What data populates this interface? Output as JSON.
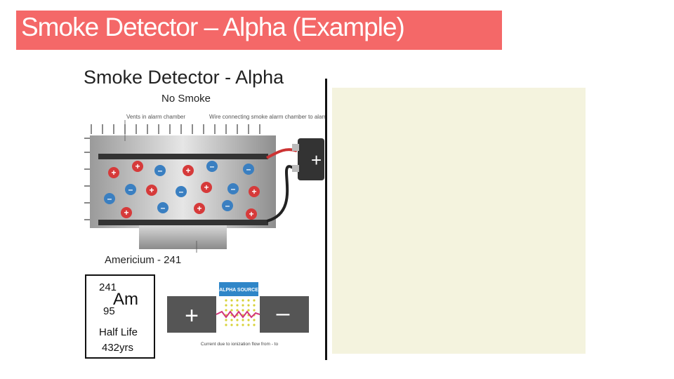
{
  "slide": {
    "title": "Smoke Detector – Alpha (Example)",
    "subtitle": "Smoke Detector - Alpha",
    "state_label": "No Smoke",
    "source_caption": "Americium - 241"
  },
  "chamber_diagram": {
    "callout_vents": "Vents in alarm chamber",
    "callout_wire": "Wire connecting smoke alarm chamber to alarm bell",
    "battery_sign": "+"
  },
  "element_box": {
    "mass_number": "241",
    "symbol": "Am",
    "atomic_number": "95",
    "half_life_label": "Half Life",
    "half_life_value": "432yrs"
  },
  "alpha_diagram": {
    "source_label": "ALPHA SOURCE",
    "plus_sign": "+",
    "minus_sign": "–",
    "caption": "Current due to ionization flow from - to"
  },
  "colors": {
    "title_bar": "#f46868",
    "cream_panel": "#f4f3de",
    "positive_ion": "#d63a3a",
    "negative_ion": "#3a7fc1"
  }
}
